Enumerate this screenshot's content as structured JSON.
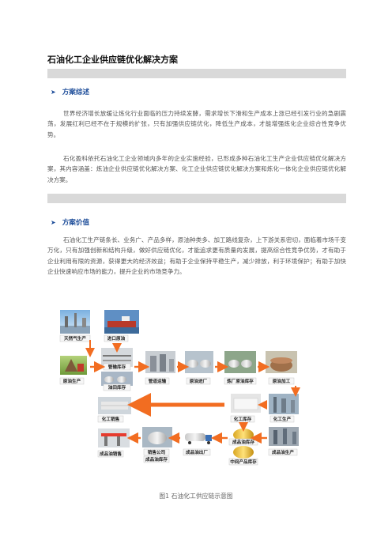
{
  "document": {
    "title": "石油化工企业供应链优化解决方案",
    "sections": [
      {
        "heading": "方案综述",
        "paragraphs": [
          "世界经济增长放缓让炼化行业面临的压力持续发酵，需求增长下滑和生产成本上涨已经引发行业的急剧震荡，发展红利已经不在于规模的扩张，只有加强供应链优化，降低生产成本，才能增强炼化企业综合性竞争优势。",
          "石化盈科依托石油化工企业领域内多年的企业实施经验，已形成多种石油化工生产企业供应链优化解决方案，其内容涵盖：炼油企业供应链优化解决方案、化工企业供应链优化解决方案和炼化一体化企业供应链优化解决方案。"
        ]
      },
      {
        "heading": "方案价值",
        "paragraphs": [
          "石油化工生产链条长、业务广、产品多样，原油种类多、加工路线复杂，上下游关系密切，面临着市场千变万化，只有加强创新和结构升级，做好供应链优化，才能追求更有质量的发展，提高综合性竞争优势，才有助于企业利用有限的资源，获得更大的经济效益；有助于企业保持平稳生产，减少排放，利于环境保护；有助于加快企业快速响应市场的能力，提升企业的市场竞争力。"
        ]
      }
    ],
    "figure": {
      "caption": "图1 石油化工供应链示意图",
      "labels": {
        "natural_gas": "天然气生产",
        "import_crude": "进口原油",
        "crude_production": "原油生产",
        "pipeline_storage": "管输库存",
        "oilfield_storage": "油田库存",
        "pipeline_transport": "管道运输",
        "crude_terminal": "原油进厂",
        "plant_crude_storage": "炼厂原油库存",
        "crude_processing": "原油加工",
        "chemical_storage": "化工库存",
        "chemical_production": "化工生产",
        "chemical_sales": "化工销售",
        "finished_storage": "成品油库存",
        "intermediate_storage": "中间产品库存",
        "finished_production": "成品油生产",
        "finished_shipping": "成品油出厂",
        "sales_company": "销售公司",
        "sales_company_storage": "成品油库存",
        "retail_sales": "成品油销售"
      }
    }
  },
  "colors": {
    "heading_blue": "#1f4e9a",
    "flow_arrow": "#f26d21",
    "label_box": "#f6f6f6",
    "storage_yellow": "#f5c945"
  }
}
